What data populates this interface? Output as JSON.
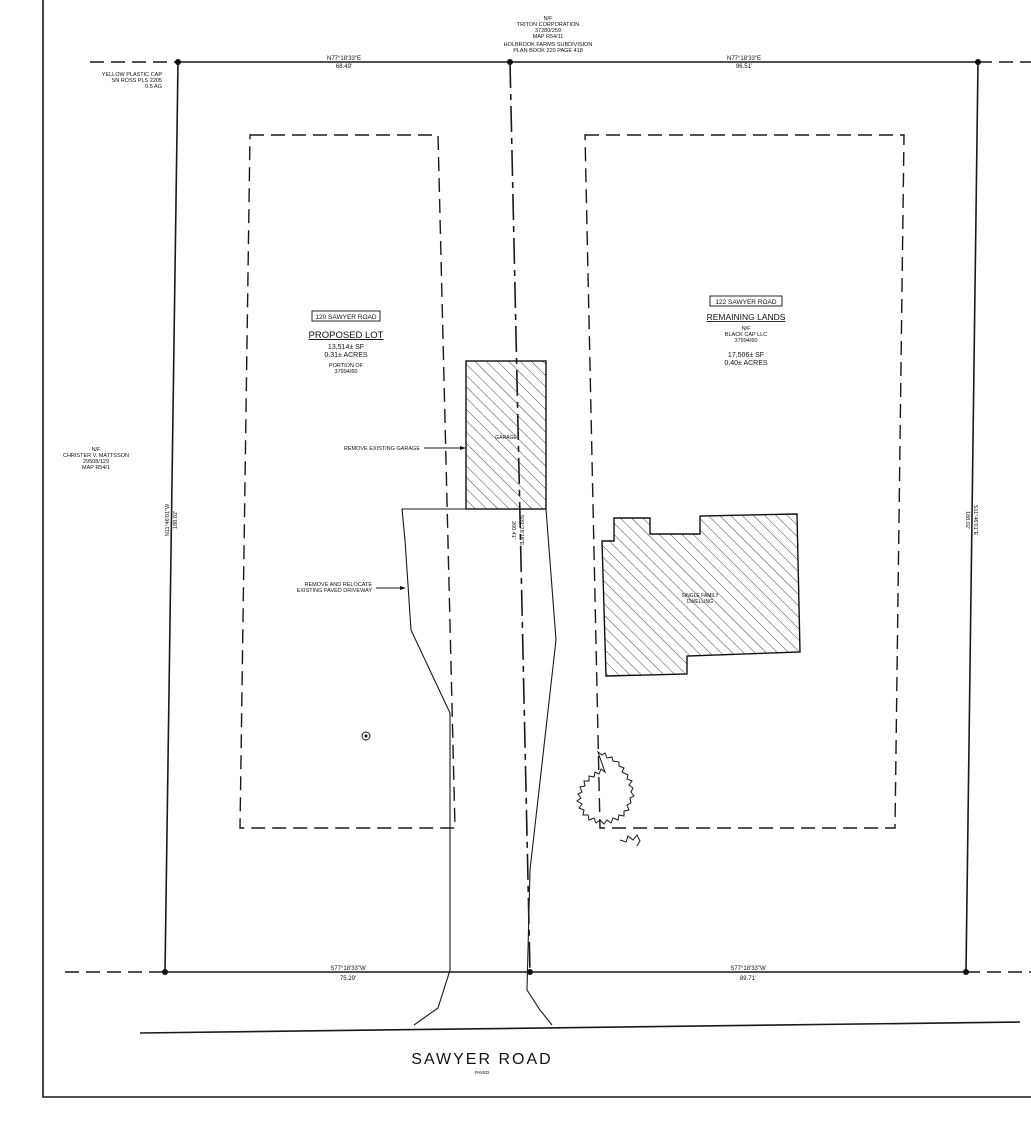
{
  "colors": {
    "ink": "#1a1a1a",
    "paper": "#ffffff",
    "hatch": "#333333"
  },
  "notes": {
    "triton_nf": "N/F",
    "triton_name": "TRITON CORPORATION",
    "triton_deed": "37280/259",
    "triton_map": "MAP R54/11",
    "holbrook_1": "HOLBROOK FARMS SUBDIVISION",
    "holbrook_2": "PLAN BOOK 220 PAGE 418",
    "cap_1": "YELLOW PLASTIC CAP",
    "cap_2": "SN ROSS PLS 2205",
    "cap_3": "0.5 AG",
    "christer_nf": "N/F",
    "christer_name": "CHRISTER V. MATTSSON",
    "christer_deed": "29508/129",
    "christer_map": "MAP R54/1",
    "remove_garage": "REMOVE EXISTING GARAGE",
    "remove_drive_1": "REMOVE AND RELOCATE",
    "remove_drive_2": "EXISTING PAVED DRIVEWAY"
  },
  "bearings": {
    "top_left": "N77°18'33\"E",
    "top_left_dist": "68.49'",
    "top_right": "N77°18'33\"E",
    "top_right_dist": "96.51'",
    "bottom_left": "S77°18'33\"W",
    "bottom_left_dist": "75.29'",
    "bottom_right": "S77°18'33\"W",
    "bottom_right_dist": "89.71'",
    "left_side": "N11°46'01\"W",
    "left_side_dist": "188.02'",
    "right_side": "S11°46'01\"E",
    "right_side_dist": "188.02'",
    "middle": "S09°28'18\"E",
    "middle_dist": "200.41'"
  },
  "lots": {
    "left": {
      "address": "120 SAWYER ROAD",
      "title": "PROPOSED LOT",
      "area_sf": "13,514± SF",
      "area_ac": "0.31± ACRES",
      "portion_1": "PORTION OF",
      "portion_2": "37994/60"
    },
    "right": {
      "address": "122 SAWYER ROAD",
      "title": "REMAINING LANDS",
      "nf": "N/F",
      "owner": "BLACK CAP LLC",
      "deed": "37994/60",
      "area_sf": "17,506± SF",
      "area_ac": "0.40± ACRES"
    }
  },
  "buildings": {
    "garage": "GARAGE",
    "dwelling_1": "SINGLE FAMILY",
    "dwelling_2": "DWELLING"
  },
  "road": {
    "name": "SAWYER ROAD",
    "surface": "PAVED"
  }
}
